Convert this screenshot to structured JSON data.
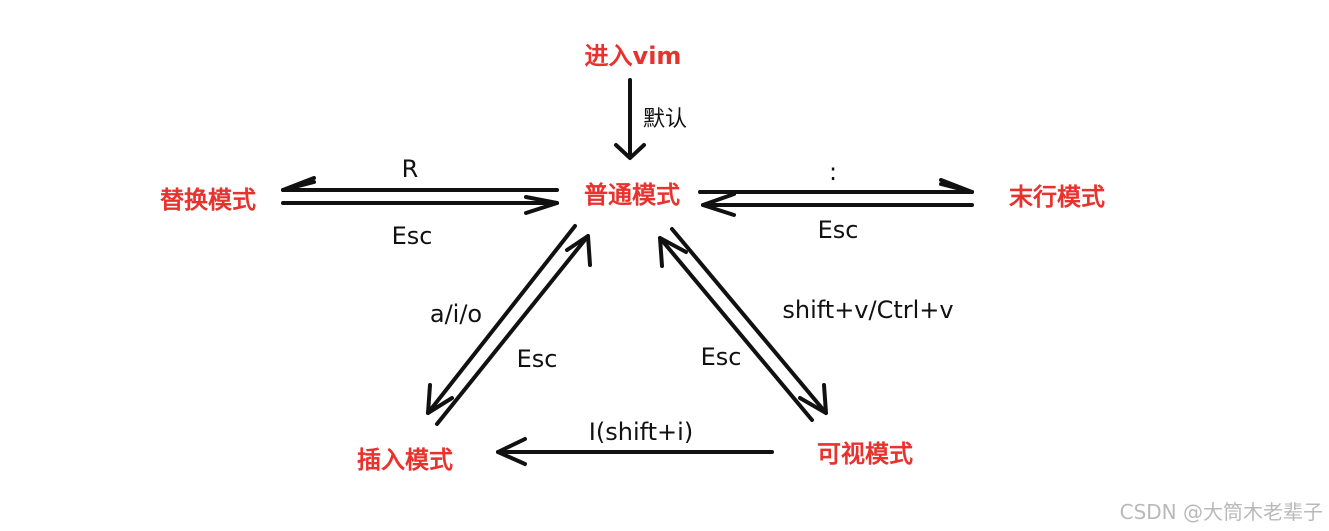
{
  "nodes": {
    "enter_vim": "进入vim",
    "replace_mode": "替换模式",
    "normal_mode": "普通模式",
    "last_line_mode": "末行模式",
    "insert_mode": "插入模式",
    "visual_mode": "可视模式"
  },
  "edges": {
    "default": "默认",
    "to_replace": "R",
    "from_replace": "Esc",
    "to_last_line": ":",
    "from_last_line": "Esc",
    "to_insert": "a/i/o",
    "from_insert": "Esc",
    "to_visual": "shift+v/Ctrl+v",
    "from_visual": "Esc",
    "visual_to_insert": "I(shift+i)"
  },
  "watermark": "CSDN @大筒木老辈子",
  "colors": {
    "node_text": "#e8322e",
    "edge": "#111111",
    "watermark": "#b9b9b9"
  }
}
